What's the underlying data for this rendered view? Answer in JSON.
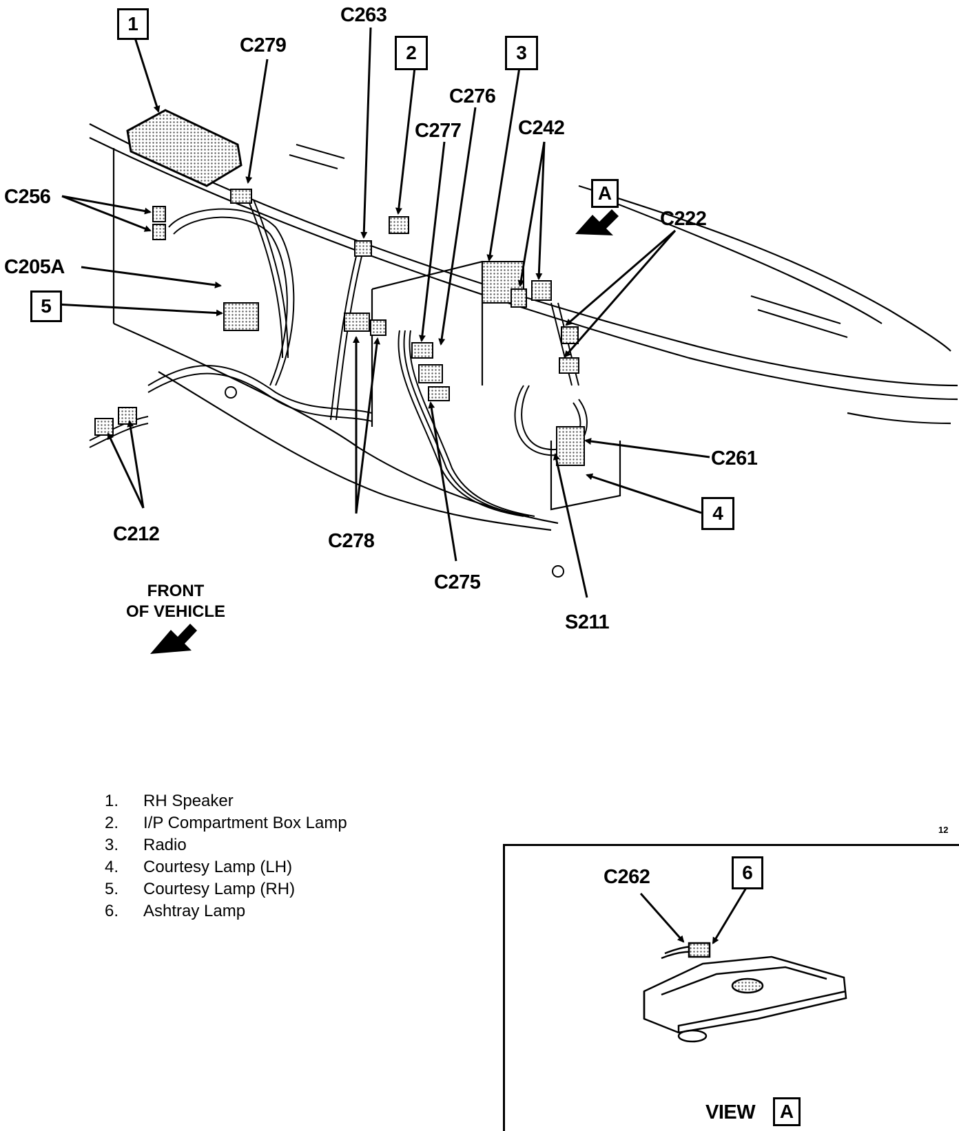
{
  "callouts": {
    "c279": "C279",
    "c263": "C263",
    "c276": "C276",
    "c277": "C277",
    "c242": "C242",
    "c222": "C222",
    "c256": "C256",
    "c205a": "C205A",
    "c261": "C261",
    "c212": "C212",
    "c278": "C278",
    "c275": "C275",
    "s211": "S211",
    "c262": "C262"
  },
  "boxes": {
    "b1": "1",
    "b2": "2",
    "b3": "3",
    "b4": "4",
    "b5": "5",
    "b6": "6",
    "view_ref": "A",
    "view_a_box": "A"
  },
  "front_of_vehicle": {
    "line1": "FRONT",
    "line2": "OF VEHICLE"
  },
  "view_label": "VIEW",
  "corner_code": "12",
  "legend": [
    {
      "num": "1.",
      "text": "RH Speaker"
    },
    {
      "num": "2.",
      "text": "I/P Compartment Box Lamp"
    },
    {
      "num": "3.",
      "text": "Radio"
    },
    {
      "num": "4.",
      "text": "Courtesy Lamp (LH)"
    },
    {
      "num": "5.",
      "text": "Courtesy Lamp (RH)"
    },
    {
      "num": "6.",
      "text": "Ashtray Lamp"
    }
  ],
  "colors": {
    "ink": "#000000",
    "paper": "#ffffff",
    "shade": "#9a9a9a"
  }
}
